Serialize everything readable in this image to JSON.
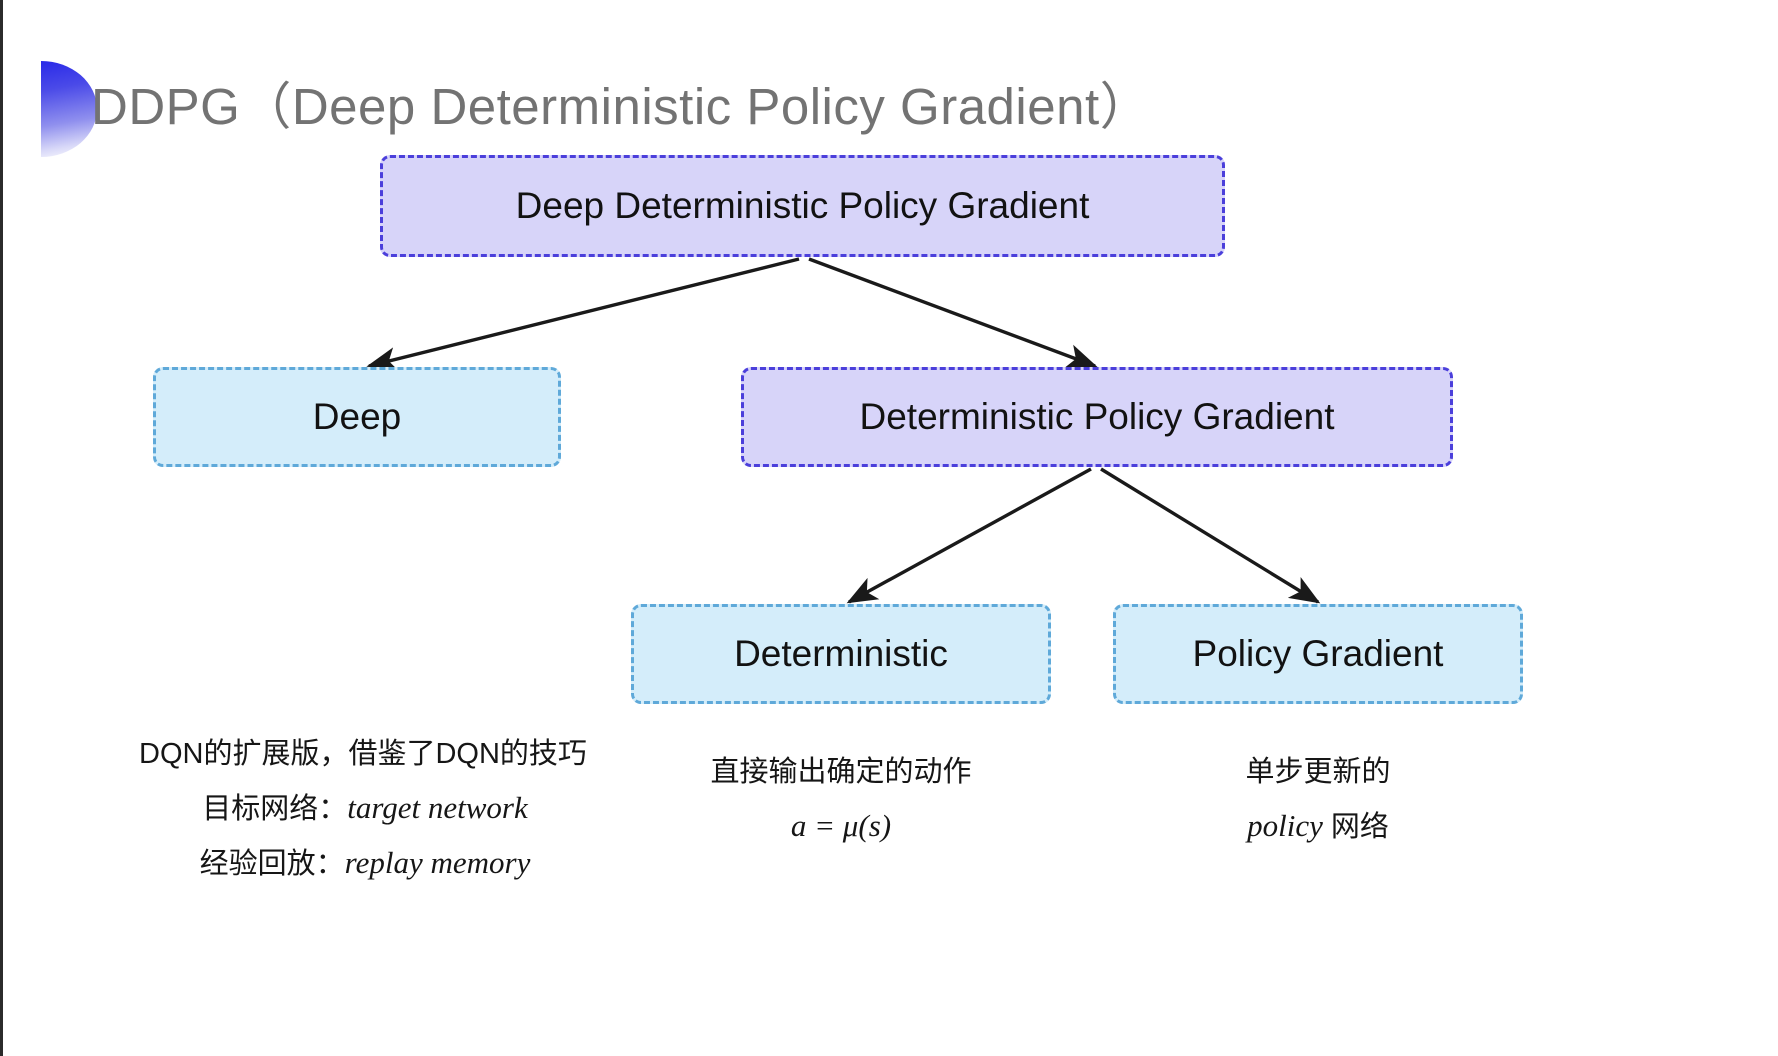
{
  "slide": {
    "title": "DDPG（Deep Deterministic Policy Gradient）",
    "decor_icon": "gradient-half-circle-bullet",
    "background": "#ffffff"
  },
  "colors": {
    "purple_fill": "#d7d4f9",
    "purple_border": "#4b3fdb",
    "blue_fill": "#d4edfa",
    "blue_border": "#5fa9d9",
    "arrow": "#1a1a1a",
    "title_text": "#737373",
    "decor_blue": "#2a2ae8"
  },
  "diagram": {
    "type": "tree",
    "nodes": [
      {
        "id": "root",
        "label": "Deep Deterministic Policy Gradient",
        "style": "purple",
        "level": 0
      },
      {
        "id": "deep",
        "label": "Deep",
        "style": "blue",
        "level": 1
      },
      {
        "id": "dpg",
        "label": "Deterministic Policy Gradient",
        "style": "purple",
        "level": 1
      },
      {
        "id": "det",
        "label": "Deterministic",
        "style": "blue",
        "level": 2
      },
      {
        "id": "pg",
        "label": "Policy Gradient",
        "style": "blue",
        "level": 2
      }
    ],
    "edges": [
      {
        "from": "root",
        "to": "deep"
      },
      {
        "from": "root",
        "to": "dpg"
      },
      {
        "from": "dpg",
        "to": "det"
      },
      {
        "from": "dpg",
        "to": "pg"
      }
    ]
  },
  "annotations": {
    "deep": {
      "line1": "DQN的扩展版，借鉴了DQN的技巧",
      "line2_label": "目标网络：",
      "line2_term": "target network",
      "line3_label": "经验回放：",
      "line3_term": "replay memory"
    },
    "deterministic": {
      "line1": "直接输出确定的动作",
      "formula": "a = μ(s)"
    },
    "policy_gradient": {
      "line1": "单步更新的",
      "line2_term": "policy",
      "line2_tail": " 网络"
    }
  }
}
